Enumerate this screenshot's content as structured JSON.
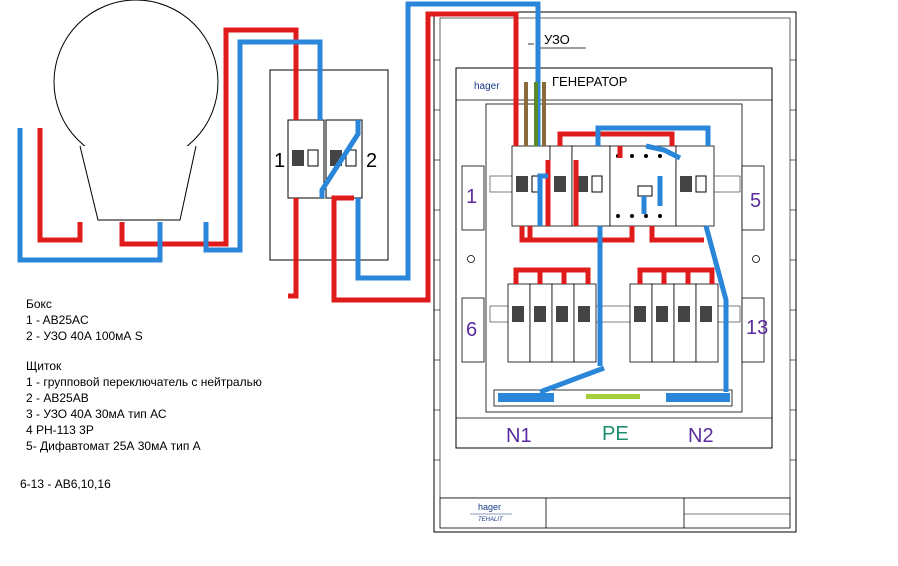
{
  "diagram": {
    "labels": {
      "uzo_top": "УЗО",
      "generator": "ГЕНЕРАТОР",
      "brand": "hager",
      "brand_sub": "TEHALIT",
      "box_left_num": "1",
      "box_right_num": "2",
      "panel_left_num": "1",
      "panel_right_num": "5",
      "row2_left_num": "6",
      "row2_right_num": "13",
      "n1": "N1",
      "pe": "PE",
      "n2": "N2"
    }
  },
  "legend": {
    "box_title": "Бокс",
    "box_items": [
      "1 - AB25AC",
      "2 - УЗО 40А 100мА S"
    ],
    "panel_title": "Щиток",
    "panel_items": [
      "1 - групповой переключатель с нейтралью",
      "2 - АВ25АВ",
      "3 - УЗО 40А 30мА тип АС",
      "4   РН-113 3Р",
      "- Дифавтомат 25А 30мА тип А"
    ],
    "panel_item5_num": "5",
    "bottom_num": "6-13",
    "bottom_text": " - АВ6,10,16"
  },
  "colors": {
    "phase": "#e01b1b",
    "neutral": "#2a86d8",
    "ground": "#a7ce3b",
    "generator_wire": "#8a6a3a",
    "panel_line": "#000000",
    "label_purple": "#5b2ca0",
    "label_teal": "#1a8e6e"
  }
}
